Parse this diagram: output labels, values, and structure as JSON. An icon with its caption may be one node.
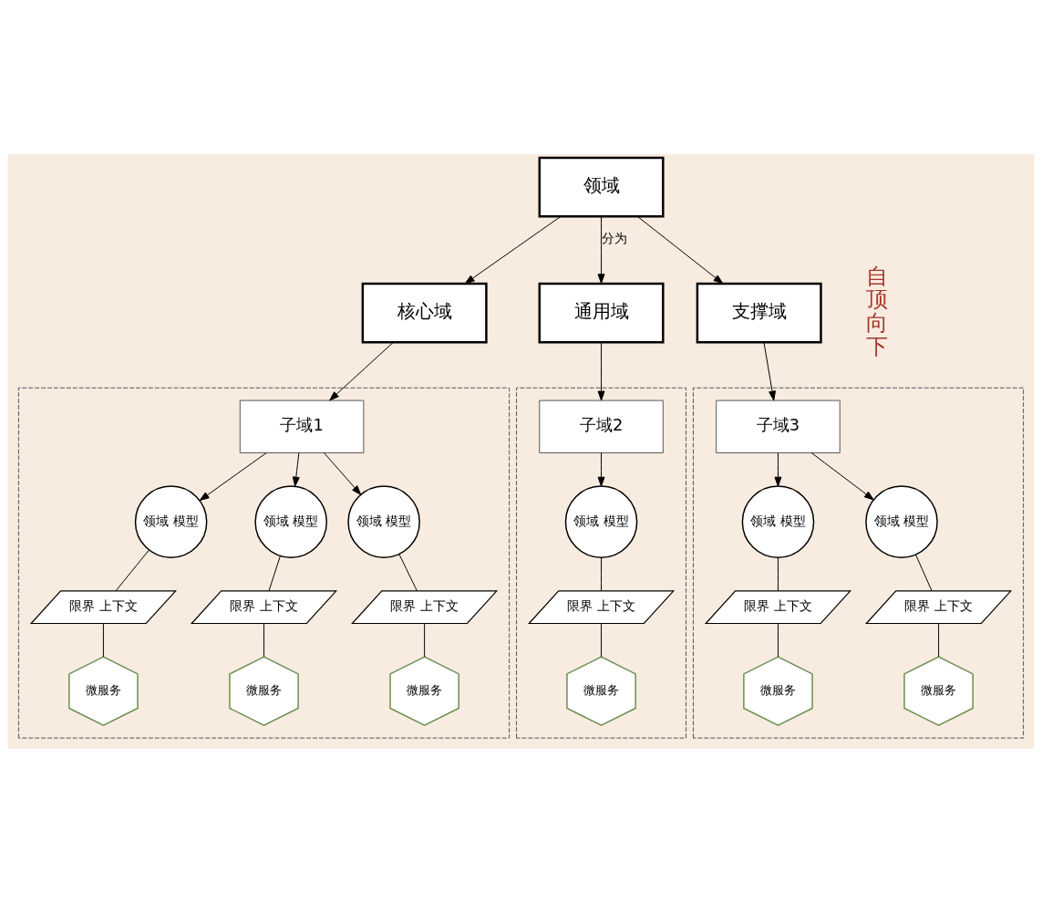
{
  "diagram": {
    "nodes": [
      {
        "text": [
          "领域"
        ]
      },
      {
        "text": [
          "核心域"
        ]
      },
      {
        "text": [
          "通用域"
        ]
      },
      {
        "text": [
          "支撑域"
        ]
      },
      {
        "text": [],
        "shape": "box"
      },
      {
        "text": [
          "子域1"
        ],
        "in": 4
      },
      {
        "text": [
          "领域 模型"
        ],
        "in": 4
      },
      {
        "text": [
          "领域 模型"
        ],
        "in": 4
      },
      {
        "text": [
          "领域 模型"
        ],
        "in": 4
      },
      {
        "text": [
          "限界 上下文"
        ],
        "in": 4
      },
      {
        "text": [
          "限界 上下文"
        ],
        "in": 4
      },
      {
        "text": [
          "限界 上下文"
        ],
        "in": 4
      },
      {
        "text": [
          "微服务"
        ],
        "in": 4
      },
      {
        "text": [
          "微服务"
        ],
        "in": 4
      },
      {
        "text": [
          "微服务"
        ],
        "in": 4
      },
      {
        "text": [],
        "shape": "box"
      },
      {
        "text": [
          "子域2"
        ],
        "in": 15
      },
      {
        "text": [
          "领域 模型"
        ],
        "in": 15
      },
      {
        "text": [
          "限界 上下文"
        ],
        "in": 15
      },
      {
        "text": [
          "微服务"
        ],
        "in": 15
      },
      {
        "text": [],
        "shape": "box"
      },
      {
        "text": [
          "子域3"
        ],
        "in": 20
      },
      {
        "text": [
          "领域 模型"
        ],
        "in": 20
      },
      {
        "text": [
          "领域 模型"
        ],
        "in": 20
      },
      {
        "text": [
          "限界 上下文"
        ],
        "in": 20
      },
      {
        "text": [
          "限界 上下文"
        ],
        "in": 20
      },
      {
        "text": [
          "微服务"
        ],
        "in": 20
      },
      {
        "text": [
          "微服务"
        ],
        "in": 20
      }
    ],
    "edges": [
      {
        "from": 0,
        "to": 1,
        "arrow": "to"
      },
      {
        "from": 0,
        "to": 2,
        "arrow": "to",
        "label": "分为"
      },
      {
        "from": 0,
        "to": 3,
        "arrow": "to"
      },
      {
        "from": 1,
        "to": 5,
        "arrow": "to"
      },
      {
        "from": 2,
        "to": 16,
        "arrow": "to"
      },
      {
        "from": 3,
        "to": 21,
        "arrow": "to"
      },
      {
        "from": 5,
        "to": 6,
        "arrow": "to"
      },
      {
        "from": 5,
        "to": 7,
        "arrow": "to"
      },
      {
        "from": 5,
        "to": 8,
        "arrow": "to"
      },
      {
        "from": 6,
        "to": 9,
        "arrow": "none"
      },
      {
        "from": 7,
        "to": 10,
        "arrow": "none"
      },
      {
        "from": 8,
        "to": 11,
        "arrow": "none"
      },
      {
        "from": 9,
        "to": 12,
        "arrow": "none"
      },
      {
        "from": 10,
        "to": 13,
        "arrow": "none"
      },
      {
        "from": 11,
        "to": 14,
        "arrow": "none"
      },
      {
        "from": 16,
        "to": 17,
        "arrow": "to"
      },
      {
        "from": 17,
        "to": 18,
        "arrow": "none"
      },
      {
        "from": 18,
        "to": 19,
        "arrow": "none"
      },
      {
        "from": 21,
        "to": 22,
        "arrow": "to"
      },
      {
        "from": 21,
        "to": 23,
        "arrow": "to"
      },
      {
        "from": 22,
        "to": 24,
        "arrow": "none"
      },
      {
        "from": 23,
        "to": 25,
        "arrow": "none"
      },
      {
        "from": 24,
        "to": 26,
        "arrow": "none"
      },
      {
        "from": 25,
        "to": 27,
        "arrow": "none"
      }
    ],
    "labels": [
      "自顶向下"
    ]
  }
}
